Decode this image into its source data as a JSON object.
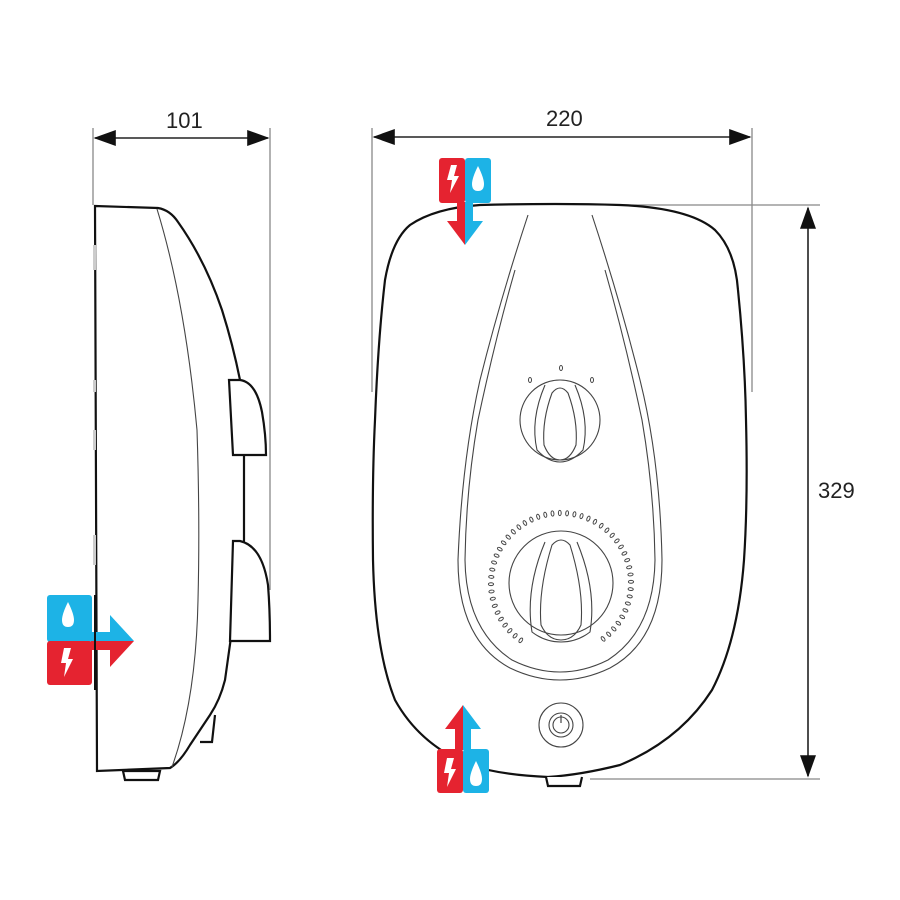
{
  "drawing": {
    "subject": "Electric shower unit",
    "views": [
      "side-view",
      "front-view"
    ]
  },
  "dimensions": {
    "depth": {
      "value": "101",
      "unit": "mm"
    },
    "width": {
      "value": "220",
      "unit": "mm"
    },
    "height": {
      "value": "329",
      "unit": "mm"
    }
  },
  "supply_icons": {
    "top_entry": {
      "icons": [
        "lightning-icon",
        "water-drop-icon"
      ],
      "direction": "down"
    },
    "rear_entry": {
      "icons": [
        "water-drop-icon",
        "lightning-icon"
      ],
      "direction": "right"
    },
    "bottom_entry": {
      "icons": [
        "lightning-icon",
        "water-drop-icon"
      ],
      "direction": "up"
    }
  },
  "controls": {
    "temperature_knob": "upper-knob",
    "flow_knob": "lower-knob-with-scale",
    "power_button": "power-icon"
  },
  "colors": {
    "electric_red": "#E52330",
    "water_blue": "#1DB3E6",
    "line": "#111111"
  }
}
